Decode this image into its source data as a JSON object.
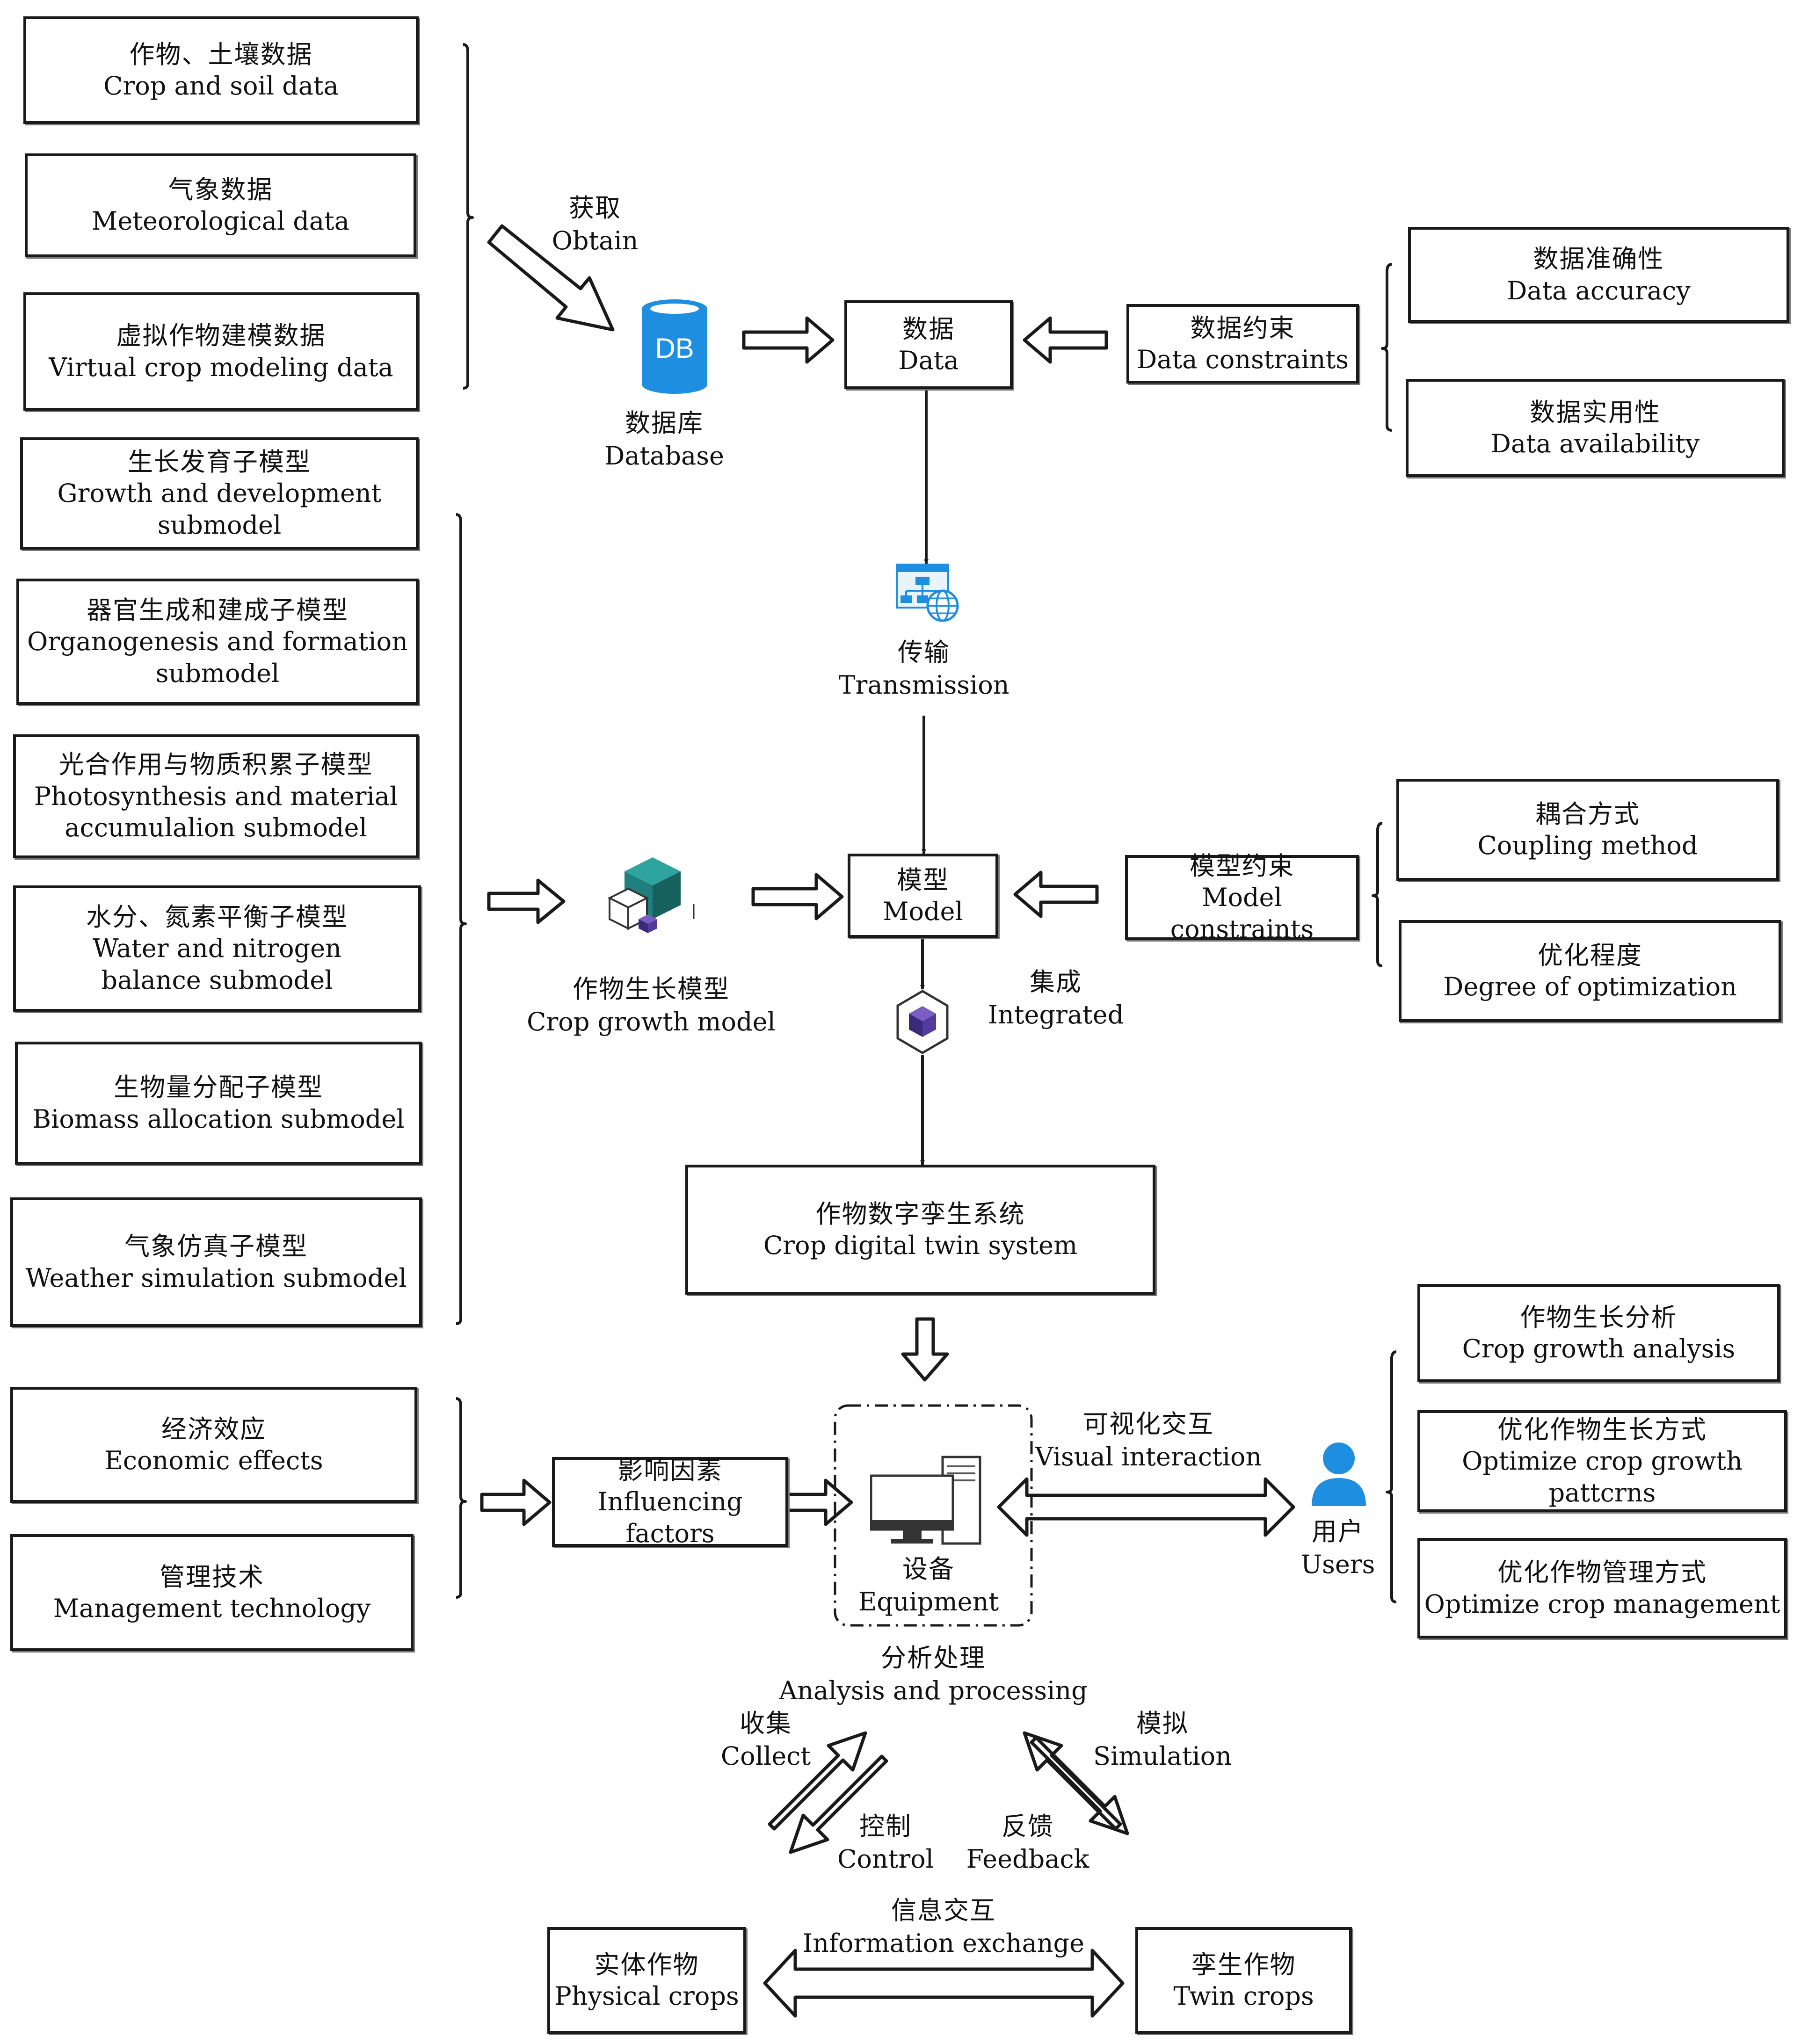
{
  "colors": {
    "stroke": "#1a1a1a",
    "icon_blue": "#1e8fe0",
    "box_teal": "#1e7f7c",
    "purple": "#3a2a7a"
  },
  "inputs": {
    "crop_soil": {
      "zh": "作物、土壤数据",
      "en": "Crop and soil data"
    },
    "meteorological": {
      "zh": "气象数据",
      "en": "Meteorological data"
    },
    "virtual_modeling": {
      "zh": "虚拟作物建模数据",
      "en": "Virtual crop modeling data"
    }
  },
  "submodels": {
    "growth": {
      "zh": "生长发育子模型",
      "en1": "Growth and development",
      "en2": "submodel"
    },
    "organogenesis": {
      "zh": "器官生成和建成子模型",
      "en1": "Organogenesis and formation",
      "en2": "submodel"
    },
    "photosynthesis": {
      "zh": "光合作用与物质积累子模型",
      "en1": "Photosynthesis and material",
      "en2": "accumulalion submodel"
    },
    "water_nitrogen": {
      "zh": "水分、氮素平衡子模型",
      "en1": "Water and nitrogen",
      "en2": "balance submodel"
    },
    "biomass": {
      "zh": "生物量分配子模型",
      "en": "Biomass allocation submodel"
    },
    "weather": {
      "zh": "气象仿真子模型",
      "en": "Weather simulation submodel"
    }
  },
  "factors": {
    "economic": {
      "zh": "经济效应",
      "en": "Economic effects"
    },
    "management": {
      "zh": "管理技术",
      "en": "Management technology"
    }
  },
  "labels": {
    "obtain": {
      "zh": "获取",
      "en": "Obtain"
    },
    "database": {
      "zh": "数据库",
      "en": "Database",
      "icon_text": "DB"
    },
    "transmission": {
      "zh": "传输",
      "en": "Transmission"
    },
    "crop_growth_model": {
      "zh": "作物生长模型",
      "en": "Crop growth model"
    },
    "integrated": {
      "zh": "集成",
      "en": "Integrated"
    },
    "visual_interaction": {
      "zh": "可视化交互",
      "en": "Visual interaction"
    },
    "users": {
      "zh": "用户",
      "en": "Users"
    },
    "equipment": {
      "zh": "设备",
      "en": "Equipment"
    },
    "analysis": {
      "zh": "分析处理",
      "en": "Analysis and processing"
    },
    "collect": {
      "zh": "收集",
      "en": "Collect"
    },
    "control": {
      "zh": "控制",
      "en": "Control"
    },
    "simulation": {
      "zh": "模拟",
      "en": "Simulation"
    },
    "feedback": {
      "zh": "反馈",
      "en": "Feedback"
    },
    "information_exchange": {
      "zh": "信息交互",
      "en": "Information exchange"
    }
  },
  "center": {
    "data": {
      "zh": "数据",
      "en": "Data"
    },
    "model": {
      "zh": "模型",
      "en": "Model"
    },
    "twin_system": {
      "zh": "作物数字孪生系统",
      "en": "Crop digital twin system"
    },
    "influencing": {
      "zh": "影响因素",
      "en": "Influencing factors"
    },
    "physical": {
      "zh": "实体作物",
      "en": "Physical crops"
    },
    "twin": {
      "zh": "孪生作物",
      "en": "Twin crops"
    }
  },
  "constraints": {
    "data": {
      "zh": "数据约束",
      "en": "Data constraints"
    },
    "model": {
      "zh": "模型约束",
      "en": "Model constraints"
    }
  },
  "right": {
    "accuracy": {
      "zh": "数据准确性",
      "en": "Data accuracy"
    },
    "availability": {
      "zh": "数据实用性",
      "en": "Data availability"
    },
    "coupling": {
      "zh": "耦合方式",
      "en": "Coupling method"
    },
    "optimization": {
      "zh": "优化程度",
      "en": "Degree of optimization"
    },
    "growth_analysis": {
      "zh": "作物生长分析",
      "en": "Crop growth analysis"
    },
    "optimize_patterns": {
      "zh": "优化作物生长方式",
      "en": "Optimize crop growth pattcrns"
    },
    "optimize_management": {
      "zh": "优化作物管理方式",
      "en": "Optimize crop management"
    }
  }
}
